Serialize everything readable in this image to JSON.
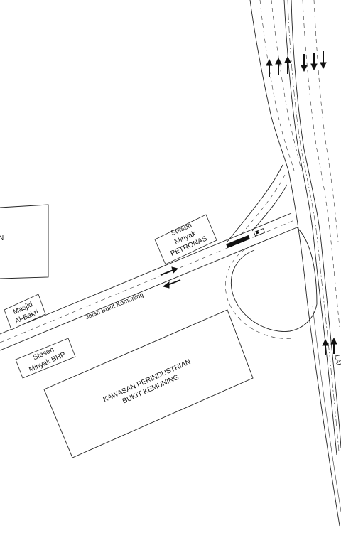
{
  "labels": {
    "petronas": [
      "Stesen",
      "Minyak",
      "PETRONAS"
    ],
    "masjid": [
      "Masjid",
      "Al-Bakri"
    ],
    "bhp": [
      "Stesen",
      "Minyak BHP"
    ],
    "road": "Jalan Bukit Kemuning",
    "industrial": [
      "KAWASAN PERINDUSTRIAN",
      "BUKIT KEMUNING"
    ],
    "left_cut": "N",
    "right_cut": "LAI"
  },
  "colors": {
    "line": "#222222",
    "ink": "#111111"
  }
}
